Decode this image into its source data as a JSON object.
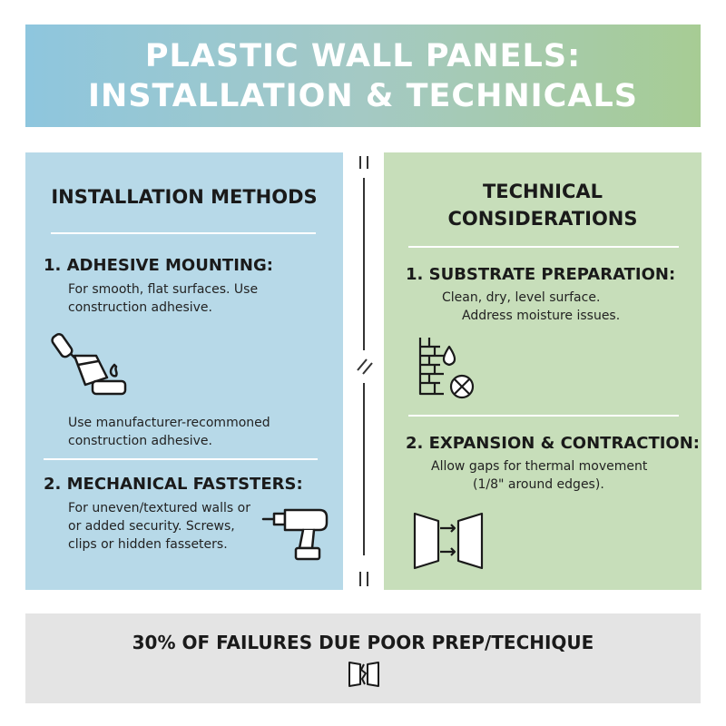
{
  "header": {
    "title_line1": "PLASTIC WALL PANELS:",
    "title_line2": "INSTALLATION & TECHNICALS"
  },
  "left_panel": {
    "title": "INSTALLATION METHODS",
    "section1": {
      "title": "1. ADHESIVE MOUNTING:",
      "body_line1": "For smooth, flat surfaces. Use",
      "body_line2": "construction adhesive.",
      "note_line1": "Use manufacturer-recommoned",
      "note_line2": "construction adhesive."
    },
    "section2": {
      "title": "2. MECHANICAL FASTSTERS:",
      "body_line1": "For uneven/textured walls or",
      "body_line2": "or added security. Screws,",
      "body_line3": "clips or hidden fasseters."
    }
  },
  "right_panel": {
    "title_line1": "TECHNICAL",
    "title_line2": "CONSIDERATIONS",
    "section1": {
      "title": "1. SUBSTRATE PREPARATION:",
      "body_line1": "Clean, dry, level surface.",
      "body_line2": "Address moisture issues."
    },
    "section2": {
      "title": "2. EXPANSION & CONTRACTION:",
      "body_line1": "Allow gaps for thermal movement",
      "body_line2": "(1/8\" around edges)."
    }
  },
  "footer": {
    "text": "30% OF FAILURES DUE POOR PREP/TECHIQUE"
  },
  "colors": {
    "header_gradient_start": "#8ec6de",
    "header_gradient_end": "#a7cc94",
    "left_panel_bg": "#b7d9e8",
    "right_panel_bg": "#c7deba",
    "footer_bg": "#e4e4e4"
  },
  "icons": [
    "putty-knife-adhesive-icon",
    "power-drill-icon",
    "brick-wall-moisture-icon",
    "expansion-gap-panels-icon",
    "cracked-panel-icon"
  ]
}
